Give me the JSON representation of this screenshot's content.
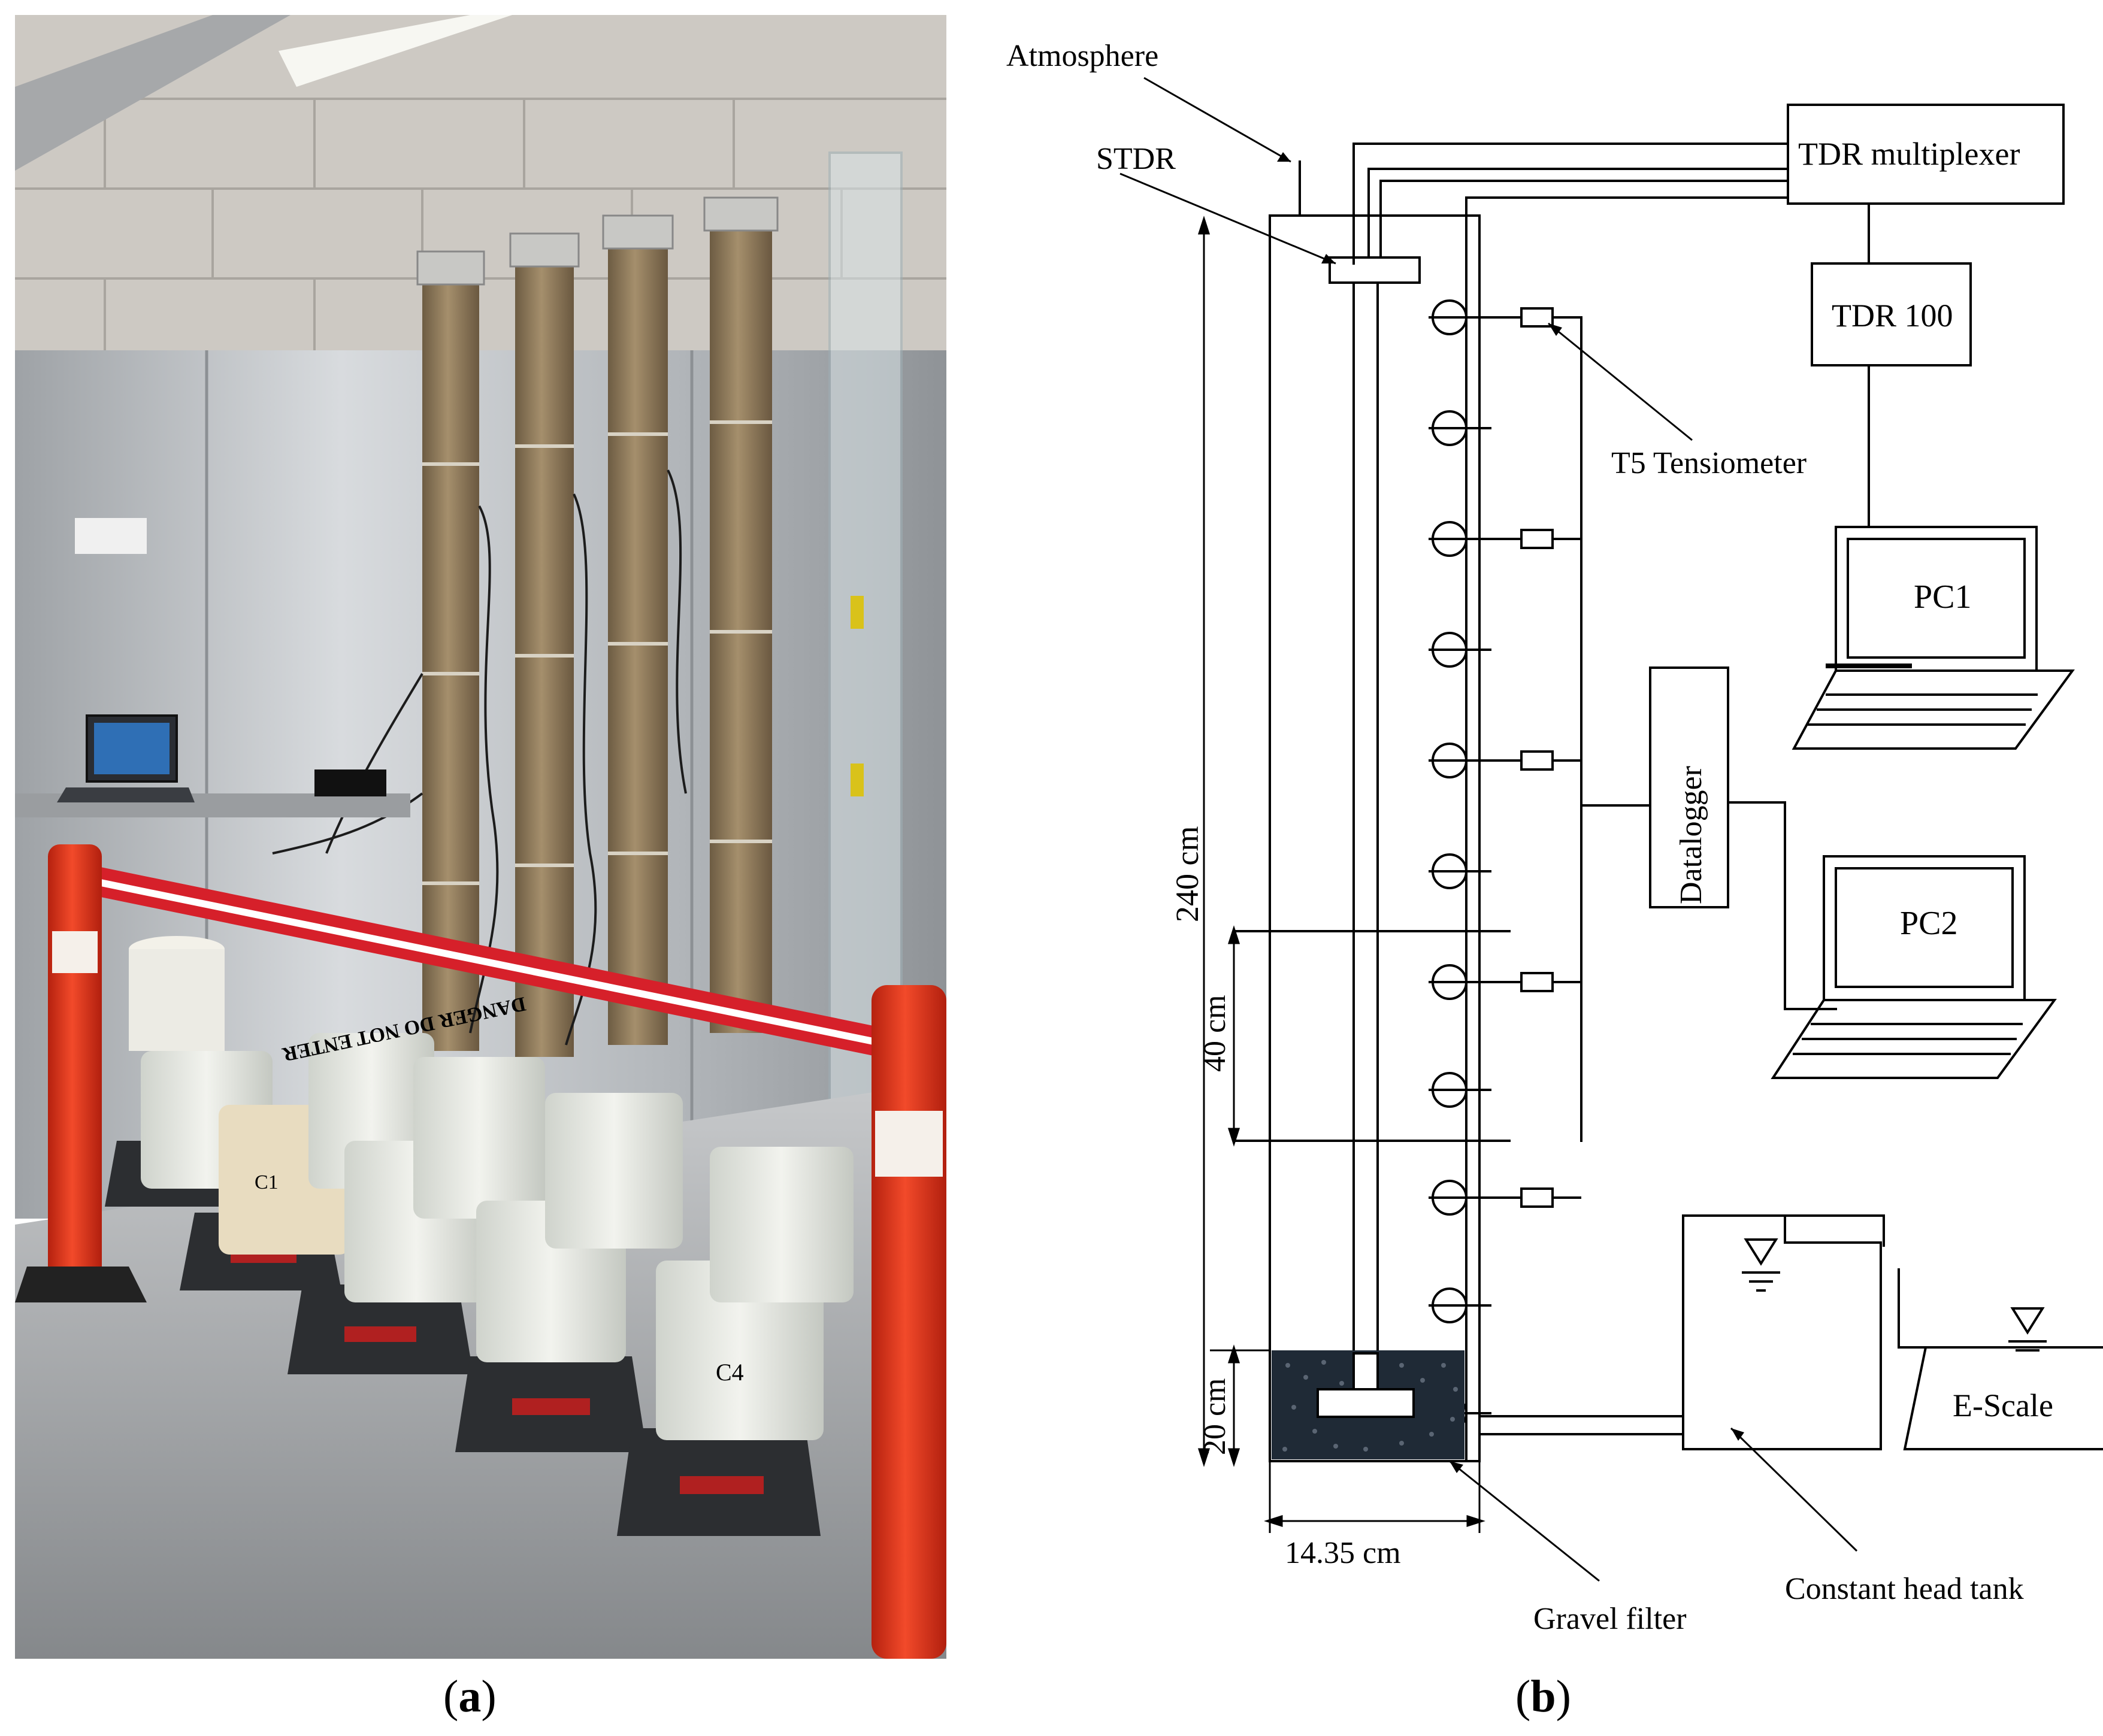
{
  "panels": {
    "a": {
      "letter": "a"
    },
    "b": {
      "letter": "b"
    }
  },
  "photo": {
    "container_labels": [
      "C1",
      "C4"
    ],
    "tape_text": "DANGER DO NOT ENTER"
  },
  "schematic": {
    "labels": {
      "atmosphere": "Atmosphere",
      "stdr": "STDR",
      "tdr_multiplexer": "TDR multiplexer",
      "tdr_100": "TDR 100",
      "t5_tensiometer": "T5 Tensiometer",
      "pc1": "PC1",
      "pc2": "PC2",
      "datalogger": "Datalogger",
      "e_scale": "E-Scale",
      "constant_head_tank": "Constant head tank",
      "gravel_filter": "Gravel filter"
    },
    "dimensions": {
      "height_total": "240 cm",
      "spacing": "40 cm",
      "filter_height": "20 cm",
      "diameter": "14.35 cm"
    }
  },
  "colors": {
    "tape_red": "#d6202a",
    "cone_orange": "#e8331e",
    "steel": "#b9bcbf",
    "soil": "#8a7658",
    "gravel": "#1f2a36"
  }
}
